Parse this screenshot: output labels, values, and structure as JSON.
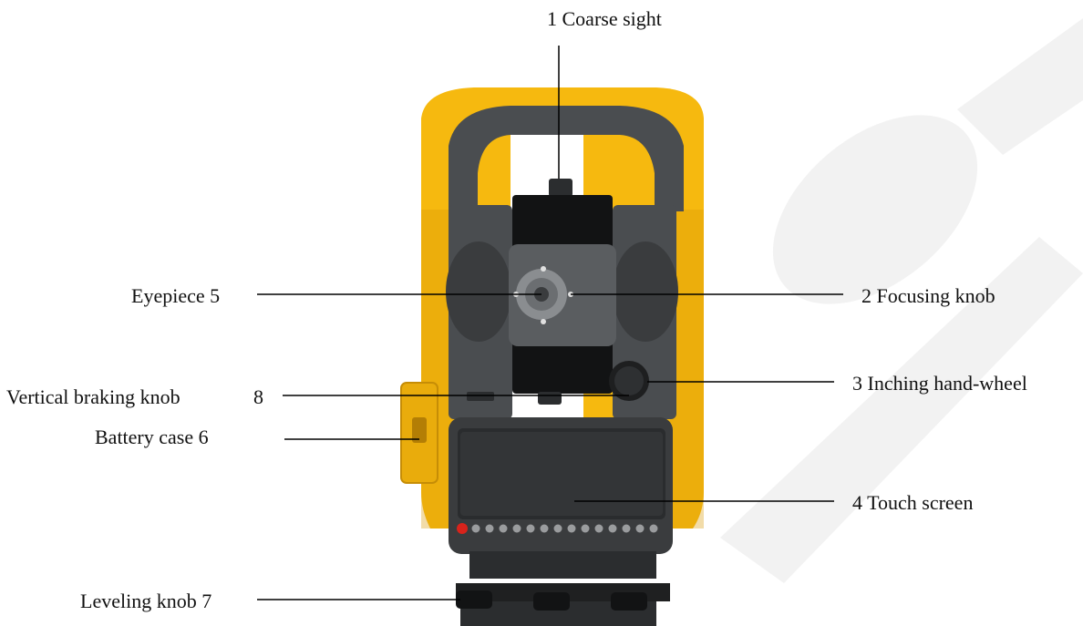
{
  "labels": {
    "coarse_sight": "1 Coarse sight",
    "focusing_knob": "2 Focusing knob",
    "inching_wheel": "3 Inching hand-wheel",
    "touch_screen": "4 Touch screen",
    "eyepiece": "Eyepiece 5",
    "battery_case": "Battery case 6",
    "leveling_knob": "Leveling knob 7",
    "vertical_braking": "Vertical braking knob",
    "vertical_braking_num": "8"
  },
  "colors": {
    "body_yellow": "#f6b90f",
    "body_shadow": "#d99c08",
    "frame_dark": "#4a4d50",
    "frame_darker": "#2b2d2f",
    "black": "#121314",
    "screen": "#2a2c2e",
    "lines": "#000000",
    "watermark": "#f1f1f1",
    "red_key": "#d8231b"
  },
  "keypad": {
    "key_count": 15
  }
}
